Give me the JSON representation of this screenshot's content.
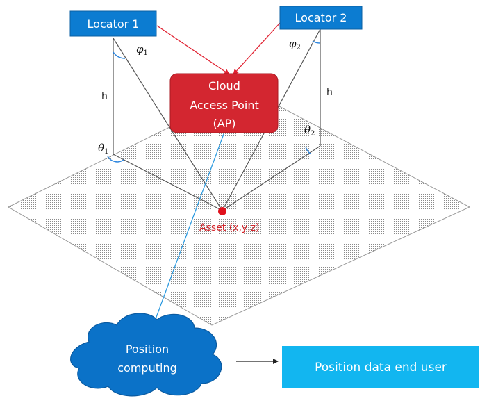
{
  "locators": [
    {
      "label": "Locator 1"
    },
    {
      "label": "Locator 2"
    }
  ],
  "access_point": {
    "line1": "Cloud",
    "line2": "Access Point",
    "line3": "(AP)"
  },
  "height_labels": [
    "h",
    "h"
  ],
  "angles": {
    "phi1": {
      "symbol": "φ",
      "sub": "1"
    },
    "phi2": {
      "symbol": "φ",
      "sub": "2"
    },
    "theta1": {
      "symbol": "θ",
      "sub": "1"
    },
    "theta2": {
      "symbol": "θ",
      "sub": "2"
    }
  },
  "asset": {
    "label": "Asset (x,y,z)"
  },
  "cloud": {
    "line1": "Position",
    "line2": "computing"
  },
  "end_user": {
    "label": "Position data end user"
  },
  "colors": {
    "locator_fill": "#0c7cd1",
    "access_point_fill": "#d32630",
    "asset_color": "#e0101c",
    "cloud_fill": "#0b72c8",
    "end_user_fill": "#12b6f0",
    "red_arrow": "#e02030",
    "blue_arrow": "#2e9be0"
  }
}
